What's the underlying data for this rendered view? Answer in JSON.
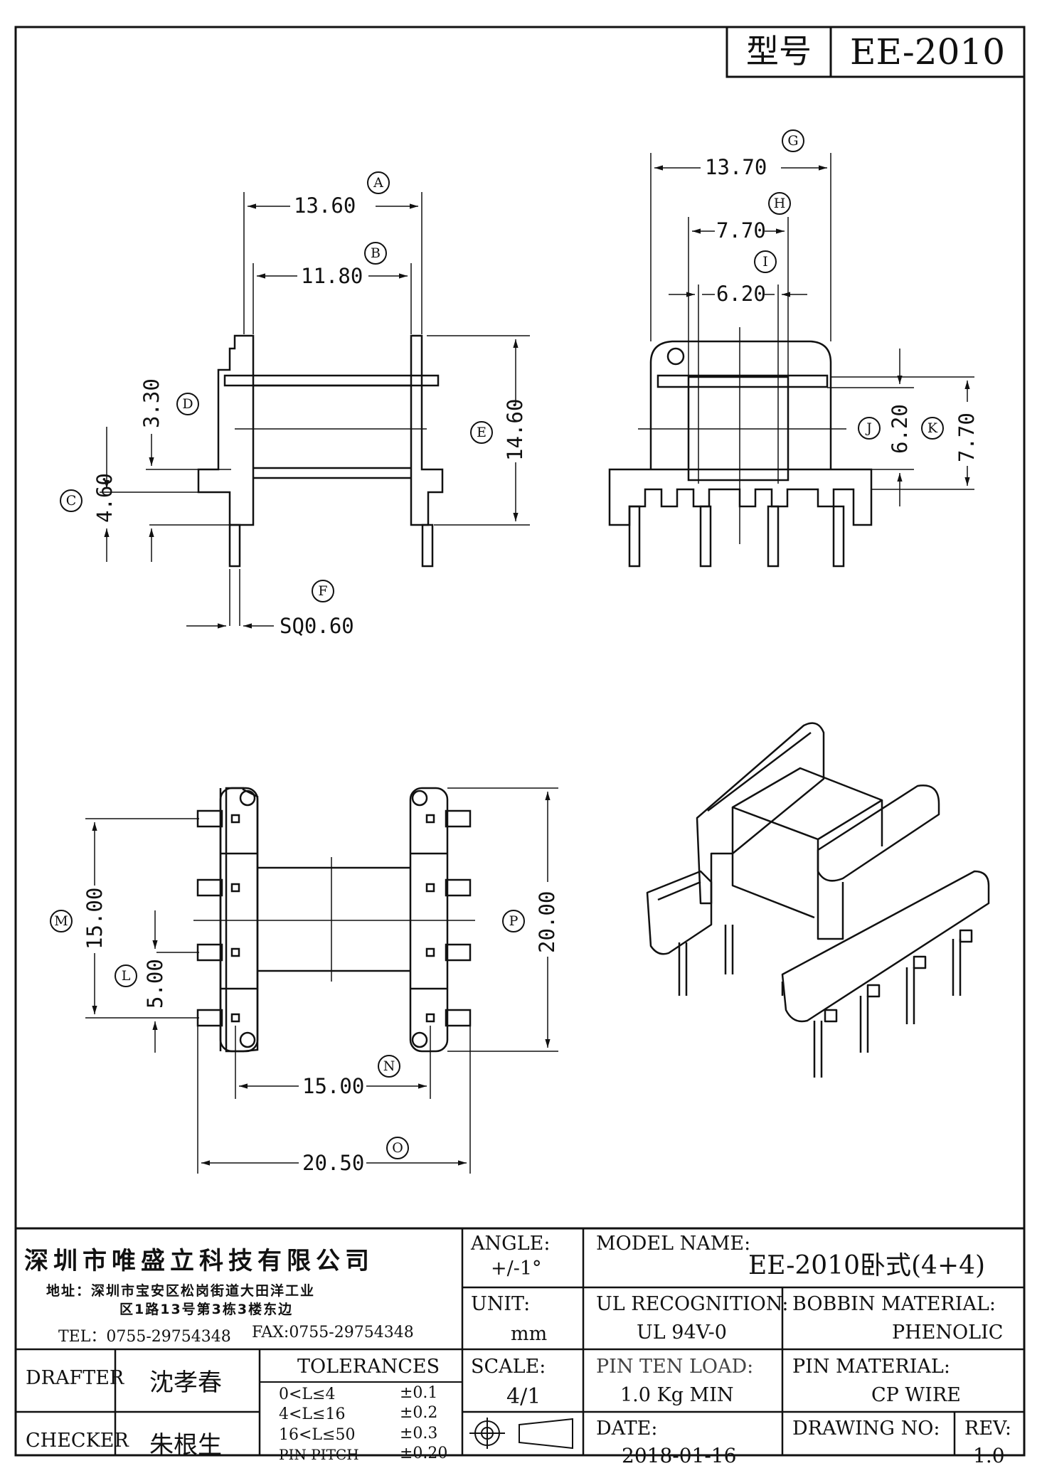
{
  "header": {
    "model_label": "型号",
    "model_value": "EE-2010"
  },
  "dimensions": {
    "A": {
      "letter": "A",
      "value": "13.60"
    },
    "B": {
      "letter": "B",
      "value": "11.80"
    },
    "C": {
      "letter": "C",
      "value": "4.60"
    },
    "D": {
      "letter": "D",
      "value": "3.30"
    },
    "E": {
      "letter": "E",
      "value": "14.60"
    },
    "F": {
      "letter": "F",
      "value": "SQ0.60"
    },
    "G": {
      "letter": "G",
      "value": "13.70"
    },
    "H": {
      "letter": "H",
      "value": "7.70"
    },
    "I": {
      "letter": "I",
      "value": "6.20"
    },
    "J": {
      "letter": "J",
      "value": "6.20"
    },
    "K": {
      "letter": "K",
      "value": "7.70"
    },
    "L": {
      "letter": "L",
      "value": "5.00"
    },
    "M": {
      "letter": "M",
      "value": "15.00"
    },
    "N": {
      "letter": "N",
      "value": "15.00"
    },
    "O": {
      "letter": "O",
      "value": "20.50"
    },
    "P": {
      "letter": "P",
      "value": "20.00"
    }
  },
  "title_block": {
    "company": "深圳市唯盛立科技有限公司",
    "address_1": "地址：深圳市宝安区松岗街道大田洋工业",
    "address_2": "区1路13号第3栋3楼东边",
    "tel": "TEL：0755-29754348",
    "fax": "FAX:0755-29754348",
    "angle_label": "ANGLE:",
    "angle_value": "+/-1°",
    "model_name_label": "MODEL NAME:",
    "model_name_value": "EE-2010卧式(4+4)",
    "unit_label": "UNIT:",
    "unit_value": "mm",
    "ul_label": "UL RECOGNITION:",
    "ul_value": "UL 94V-0",
    "bobbin_label": "BOBBIN MATERIAL:",
    "bobbin_value": "PHENOLIC",
    "drafter_label": "DRAFTER",
    "drafter_value": "沈孝春",
    "checker_label": "CHECKER",
    "checker_value": "朱根生",
    "tolerances_label": "TOLERANCES",
    "tolerances": [
      {
        "range": "0<L≤4",
        "value": "±0.1"
      },
      {
        "range": "4<L≤16",
        "value": "±0.2"
      },
      {
        "range": "16<L≤50",
        "value": "±0.3"
      },
      {
        "range": "PIN PITCH",
        "value": "±0.20"
      }
    ],
    "scale_label": "SCALE:",
    "scale_value": "4/1",
    "pin_load_label": "PIN TEN LOAD:",
    "pin_load_value": "1.0 Kg MIN",
    "pin_material_label": "PIN MATERIAL:",
    "pin_material_value": "CP WIRE",
    "date_label": "DATE:",
    "date_value": "2018-01-16",
    "drawing_no_label": "DRAWING NO:",
    "drawing_no_value": "",
    "rev_label": "REV:",
    "rev_value": "1.0"
  }
}
